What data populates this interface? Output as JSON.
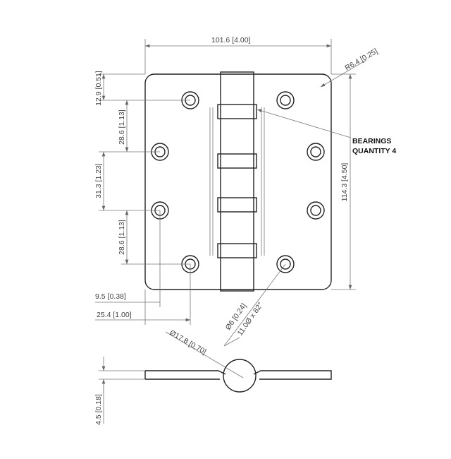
{
  "dimensions": {
    "width": "101.6",
    "width_in": "[4.00]",
    "top_offset": "12.9",
    "top_offset_in": "[0.51]",
    "hole_spacing_a": "28.6",
    "hole_spacing_a_in": "[1.13]",
    "hole_spacing_mid": "31.3",
    "hole_spacing_mid_in": "[1.23]",
    "hole_spacing_b": "28.6",
    "hole_spacing_b_in": "[1.13]",
    "edge_offset": "9.5",
    "edge_offset_in": "[0.38]",
    "edge_offset2": "25.4",
    "edge_offset2_in": "[1.00]",
    "height": "114.3",
    "height_in": "[4.50]",
    "radius": "R6.4",
    "radius_in": "[0.25]",
    "hole_dia": "Ø6",
    "hole_dia_in": "[0.24]",
    "countersink": "11.0Ø x 82°",
    "knuckle_dia": "Ø17.8",
    "knuckle_dia_in": "[0.70]",
    "thickness": "4.5",
    "thickness_in": "[0.18]"
  },
  "callout": {
    "line1": "BEARINGS",
    "line2": "QUANTITY 4"
  }
}
